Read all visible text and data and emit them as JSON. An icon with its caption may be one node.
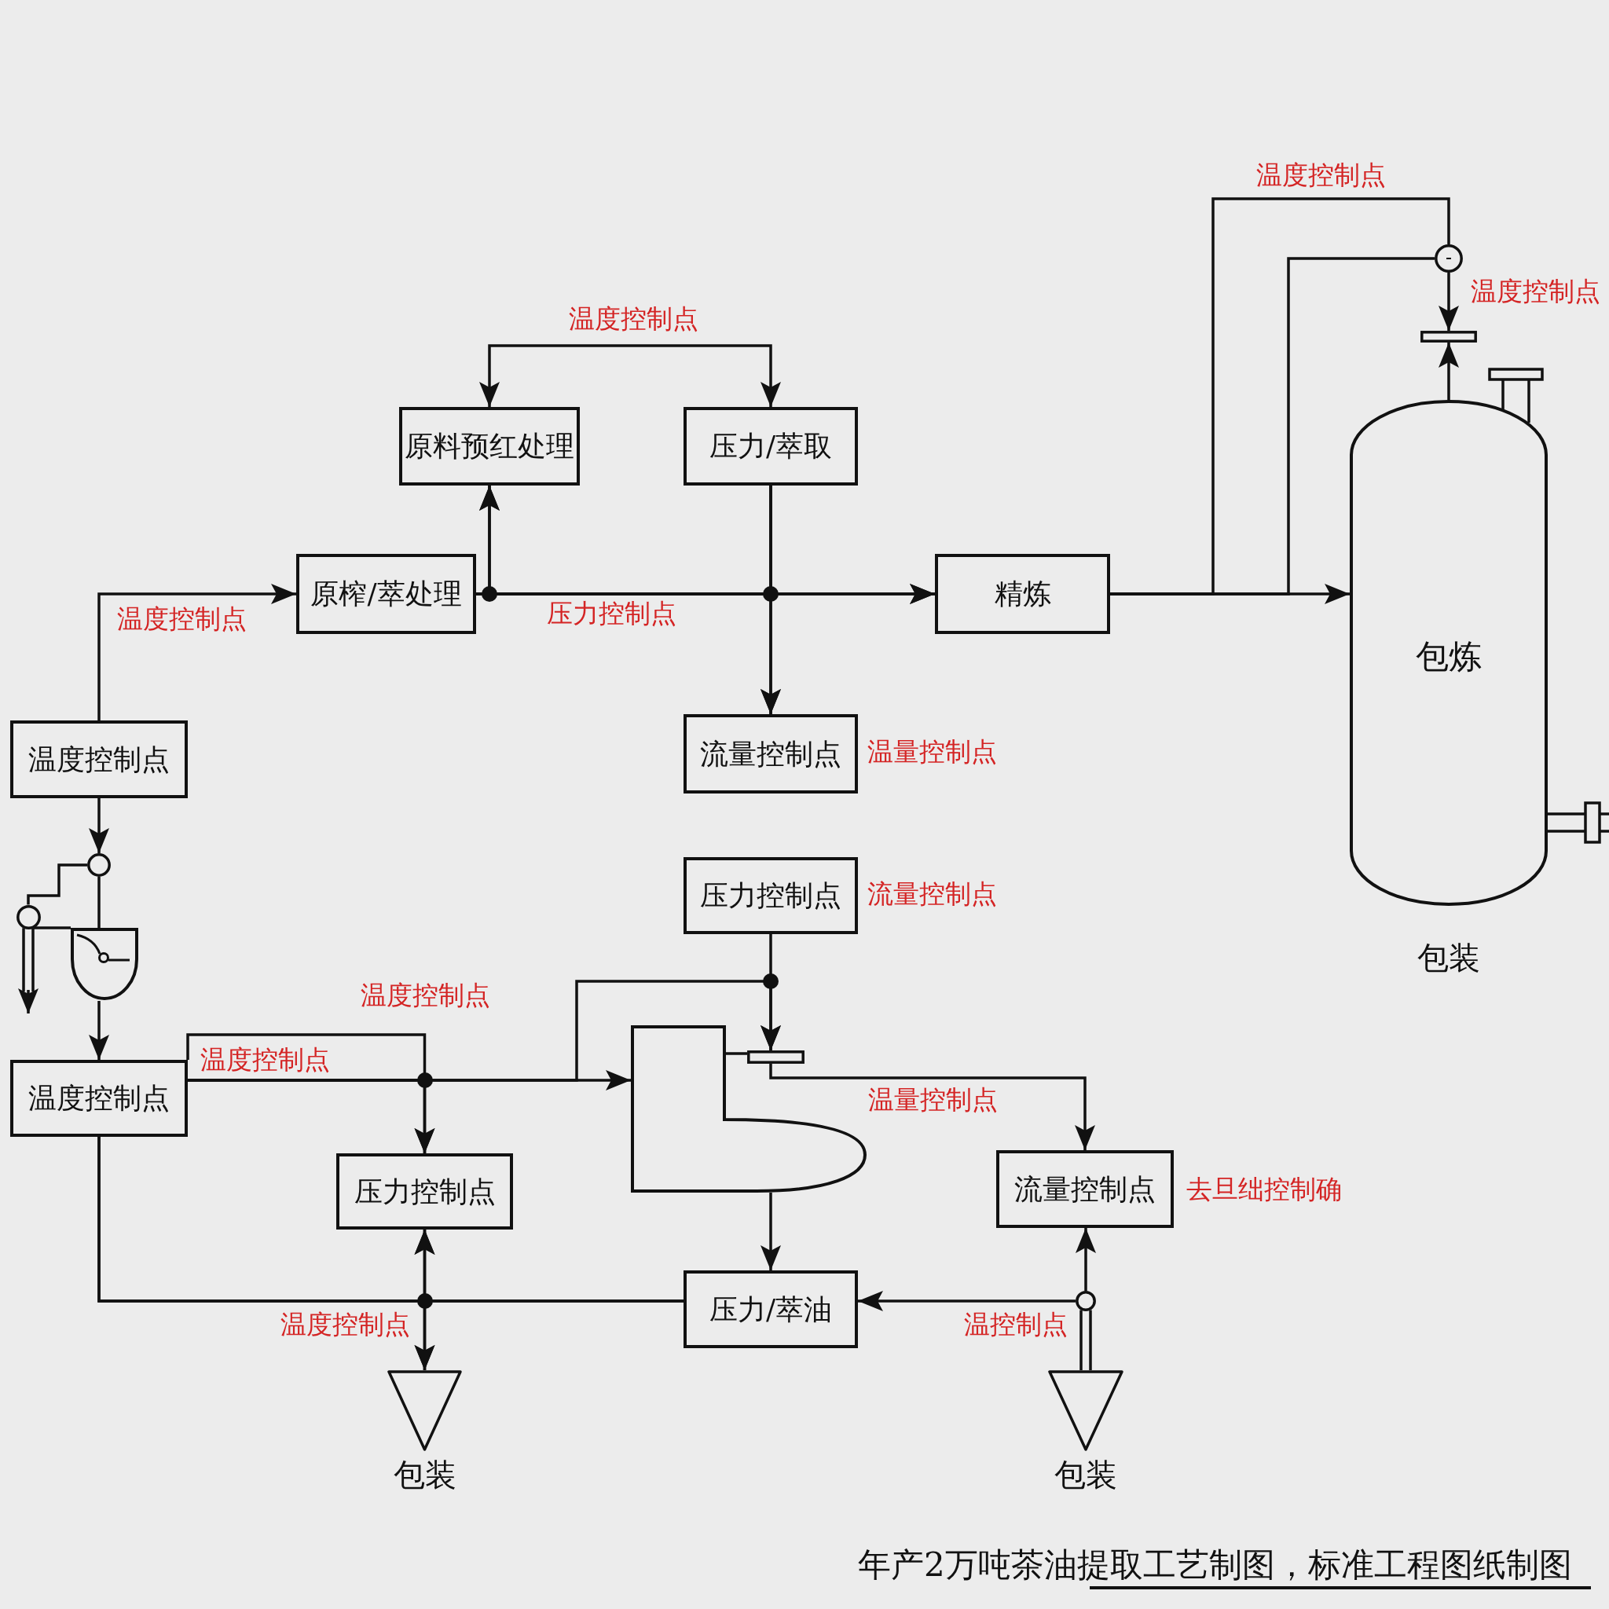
{
  "diagram": {
    "caption": "年产2万吨茶油提取工艺制图，标准工程图纸制图",
    "nodes": [
      {
        "text": [
          "原料预红处理"
        ]
      },
      {
        "text": [
          "压力/萃取"
        ]
      },
      {
        "text": [
          "原榨/萃处理"
        ]
      },
      {
        "text": [
          "精炼"
        ]
      },
      {
        "text": [
          "包炼"
        ],
        "beside": [
          "包装"
        ]
      },
      {
        "text": [
          "温度控制点"
        ]
      },
      {
        "text": [
          "流量控制点"
        ],
        "beside": [
          "温量控制点"
        ]
      },
      {
        "text": [
          "压力控制点"
        ],
        "beside": [
          "流量控制点"
        ]
      },
      {
        "text": [
          "温度控制点"
        ]
      },
      {
        "text": [
          "压力控制点"
        ]
      },
      {
        "text": [],
        "shape": "vessel"
      },
      {
        "text": [
          "流量控制点"
        ],
        "beside": [
          "去旦绌控制确"
        ]
      },
      {
        "text": [
          "压力/萃油"
        ]
      },
      {
        "text": [
          "包装"
        ]
      },
      {
        "text": [
          "包装"
        ]
      },
      {
        "text": [],
        "shape": "circle",
        "beside": [
          "温度控制点"
        ]
      },
      {
        "text": [],
        "shape": "bar"
      },
      {
        "text": [],
        "shape": "circle"
      },
      {
        "text": [],
        "shape": "vessel"
      },
      {
        "text": [],
        "shape": "circle"
      },
      {
        "text": [],
        "shape": "bar"
      },
      {
        "text": [],
        "shape": "circle"
      }
    ],
    "edges": [
      {
        "from": 0,
        "to": 1,
        "arrow": "both",
        "label": "温度控制点"
      },
      {
        "from": 5,
        "to": 2,
        "arrow": "to",
        "label": "温度控制点"
      },
      {
        "from": 2,
        "to": 0,
        "arrow": "to"
      },
      {
        "from": 2,
        "to": 3,
        "arrow": "to",
        "label": "压力控制点"
      },
      {
        "from": 2,
        "to": 6,
        "arrow": "to"
      },
      {
        "from": 1,
        "to": 0,
        "arrow": "to"
      },
      {
        "from": 1,
        "to": 3,
        "arrow": "to"
      },
      {
        "from": 1,
        "to": 6,
        "arrow": "to"
      },
      {
        "from": 3,
        "to": 4,
        "arrow": "to"
      },
      {
        "from": 3,
        "to": 15,
        "arrow": "none",
        "label": "温度控制点"
      },
      {
        "from": 3,
        "to": 15,
        "arrow": "none"
      },
      {
        "from": 15,
        "to": 16,
        "arrow": "to"
      },
      {
        "from": 4,
        "to": 16,
        "arrow": "to"
      },
      {
        "from": 5,
        "to": 17,
        "arrow": "to"
      },
      {
        "from": 17,
        "to": 18,
        "arrow": "none"
      },
      {
        "from": 17,
        "to": 19,
        "arrow": "none"
      },
      {
        "from": 19,
        "to": 18,
        "arrow": "none"
      },
      {
        "from": 19,
        "to": null,
        "arrow": "to"
      },
      {
        "from": 18,
        "to": 8,
        "arrow": "to"
      },
      {
        "from": 8,
        "to": 9,
        "arrow": "to"
      },
      {
        "from": 8,
        "to": 10,
        "arrow": "to"
      },
      {
        "from": 8,
        "to": 9,
        "arrow": "to",
        "label": "温度控制点"
      },
      {
        "from": 8,
        "to": 20,
        "arrow": "to"
      },
      {
        "from": 7,
        "to": 20,
        "arrow": "to"
      },
      {
        "from": 20,
        "to": 10,
        "arrow": "none"
      },
      {
        "from": 20,
        "to": 11,
        "arrow": "to",
        "label": "温量控制点"
      },
      {
        "from": 10,
        "to": 12,
        "arrow": "to"
      },
      {
        "from": 21,
        "to": 11,
        "arrow": "to"
      },
      {
        "from": 21,
        "to": 12,
        "arrow": "to",
        "label": "温控制点"
      },
      {
        "from": 14,
        "to": 21,
        "arrow": "none"
      },
      {
        "from": 12,
        "to": 9,
        "arrow": "to"
      },
      {
        "from": 12,
        "to": 13,
        "arrow": "to",
        "label": "温度控制点"
      },
      {
        "from": 8,
        "to": 9,
        "arrow": "to"
      },
      {
        "from": 8,
        "to": 13,
        "arrow": "to"
      }
    ],
    "labels": [
      "温度控制点"
    ]
  }
}
